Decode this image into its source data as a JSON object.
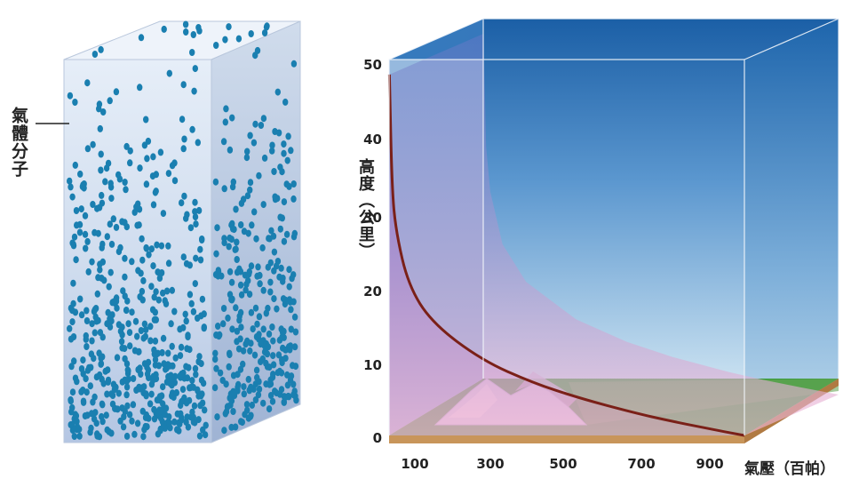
{
  "left_panel": {
    "molecule_label": "氣體分子"
  },
  "chart_data": {
    "type": "line",
    "ylabel": "高度（公里）",
    "xlabel": "氣壓（百帕）",
    "yticks": [
      "0",
      "10",
      "20",
      "30",
      "40",
      "50"
    ],
    "xticks": [
      "100",
      "300",
      "500",
      "700",
      "900"
    ],
    "ylim": [
      0,
      50
    ],
    "xlim": [
      0,
      1013
    ],
    "series": [
      {
        "x": [
          1013,
          900,
          795,
          700,
          540,
          410,
          265,
          122,
          55,
          20,
          8,
          1
        ],
        "y": [
          0,
          1,
          2,
          3,
          5,
          7,
          10,
          15,
          20,
          27,
          33,
          48
        ]
      }
    ]
  },
  "colors": {
    "curve": "#7a2018",
    "molecule": "#1a7fb0",
    "ground": "#c8955a",
    "grass": "#3a9a3a"
  }
}
